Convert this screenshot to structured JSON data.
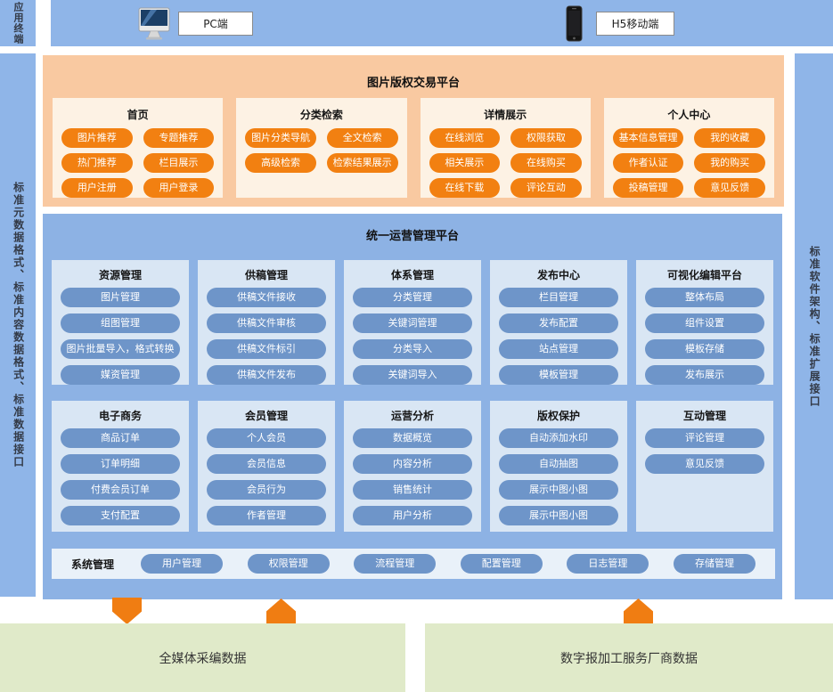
{
  "colors": {
    "rail_blue": "#8FB5E8",
    "blue_section_bg": "#8DB2E4",
    "module_bg": "#D9E6F4",
    "pill_blue": "#6E95C9",
    "orange_section_bg": "#F9C9A1",
    "orange_card_bg": "#FDF2E4",
    "pill_orange": "#F28011",
    "arrow_orange": "#F07D12",
    "green_box_bg": "#E0EAC9"
  },
  "rails": {
    "top_left": "应用终端",
    "left": "标准元数据格式、标准内容数据格式、标准数据接口",
    "right": "标准软件架构、标准扩展接口"
  },
  "terminals": {
    "pc": {
      "label": "PC端",
      "icon": "desktop-monitor-icon"
    },
    "mobile": {
      "label": "H5移动端",
      "icon": "smartphone-icon"
    }
  },
  "trading_platform": {
    "title": "图片版权交易平台",
    "groups": [
      {
        "title": "首页",
        "items": [
          "图片推荐",
          "专题推荐",
          "热门推荐",
          "栏目展示",
          "用户注册",
          "用户登录"
        ]
      },
      {
        "title": "分类检索",
        "items": [
          "图片分类导航",
          "全文检索",
          "高级检索",
          "检索结果展示"
        ]
      },
      {
        "title": "详情展示",
        "items": [
          "在线浏览",
          "权限获取",
          "相关展示",
          "在线购买",
          "在线下载",
          "评论互动"
        ]
      },
      {
        "title": "个人中心",
        "items": [
          "基本信息管理",
          "我的收藏",
          "作者认证",
          "我的购买",
          "投稿管理",
          "意见反馈"
        ]
      }
    ]
  },
  "management_platform": {
    "title": "统一运营管理平台",
    "modules": [
      {
        "title": "资源管理",
        "items": [
          "图片管理",
          "组图管理",
          "图片批量导入，格式转换",
          "媒资管理"
        ]
      },
      {
        "title": "供稿管理",
        "items": [
          "供稿文件接收",
          "供稿文件审核",
          "供稿文件标引",
          "供稿文件发布"
        ]
      },
      {
        "title": "体系管理",
        "items": [
          "分类管理",
          "关键词管理",
          "分类导入",
          "关键词导入"
        ]
      },
      {
        "title": "发布中心",
        "items": [
          "栏目管理",
          "发布配置",
          "站点管理",
          "模板管理"
        ]
      },
      {
        "title": "可视化编辑平台",
        "items": [
          "整体布局",
          "组件设置",
          "模板存储",
          "发布展示"
        ]
      },
      {
        "title": "电子商务",
        "items": [
          "商品订单",
          "订单明细",
          "付费会员订单",
          "支付配置"
        ]
      },
      {
        "title": "会员管理",
        "items": [
          "个人会员",
          "会员信息",
          "会员行为",
          "作者管理"
        ]
      },
      {
        "title": "运营分析",
        "items": [
          "数据概览",
          "内容分析",
          "销售统计",
          "用户分析"
        ]
      },
      {
        "title": "版权保护",
        "items": [
          "自动添加水印",
          "自动抽图",
          "展示中图小图",
          "展示中图小图"
        ]
      },
      {
        "title": "互动管理",
        "items": [
          "评论管理",
          "意见反馈"
        ]
      }
    ],
    "system_row": {
      "label": "系统管理",
      "items": [
        "用户管理",
        "权限管理",
        "流程管理",
        "配置管理",
        "日志管理",
        "存储管理"
      ]
    }
  },
  "data_sources": {
    "left": "全媒体采编数据",
    "right": "数字报加工服务厂商数据"
  }
}
